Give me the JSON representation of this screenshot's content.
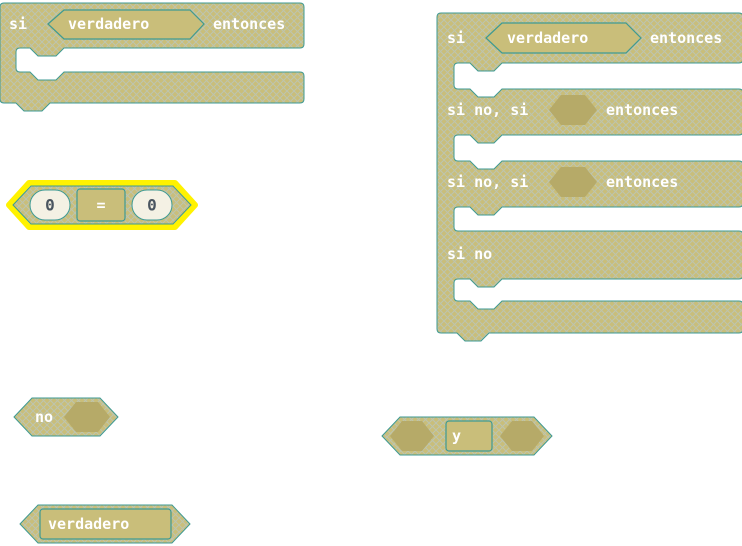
{
  "colors": {
    "block_fill": "#C9BE7A",
    "block_pattern": "#B9C6C0",
    "block_stroke": "#3E9A93",
    "slot_fill": "#B6AA68",
    "highlight": "#FFF200",
    "number_field": "#F4F1E4"
  },
  "if_block": {
    "si": "si",
    "condition": "verdadero",
    "entonces": "entonces"
  },
  "ifelse_block": {
    "si": "si",
    "condition": "verdadero",
    "entonces": "entonces",
    "elseif1": "si no, si",
    "entonces2": "entonces",
    "elseif2": "si no, si",
    "entonces3": "entonces",
    "else": "si no"
  },
  "compare_block": {
    "left": "0",
    "operator": "=",
    "right": "0"
  },
  "not_block": {
    "label": "no"
  },
  "and_block": {
    "operator": "y"
  },
  "true_block": {
    "value": "verdadero"
  }
}
